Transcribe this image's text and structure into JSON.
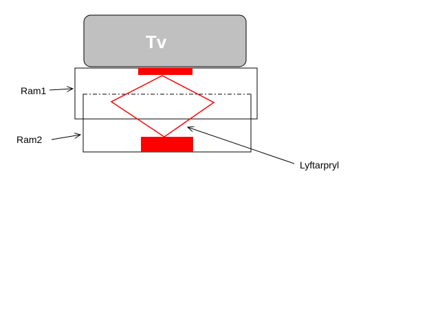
{
  "tv": {
    "label": "Tv",
    "fill": "#c0c0c0",
    "text_color": "#ffffff"
  },
  "labels": {
    "ram1": "Ram1",
    "ram2": "Ram2",
    "lyftarpryl": "Lyftarpryl"
  },
  "colors": {
    "frame_stroke": "#000000",
    "pad_fill": "#ff0000",
    "diamond_stroke": "#ff0000",
    "background": "#ffffff"
  }
}
